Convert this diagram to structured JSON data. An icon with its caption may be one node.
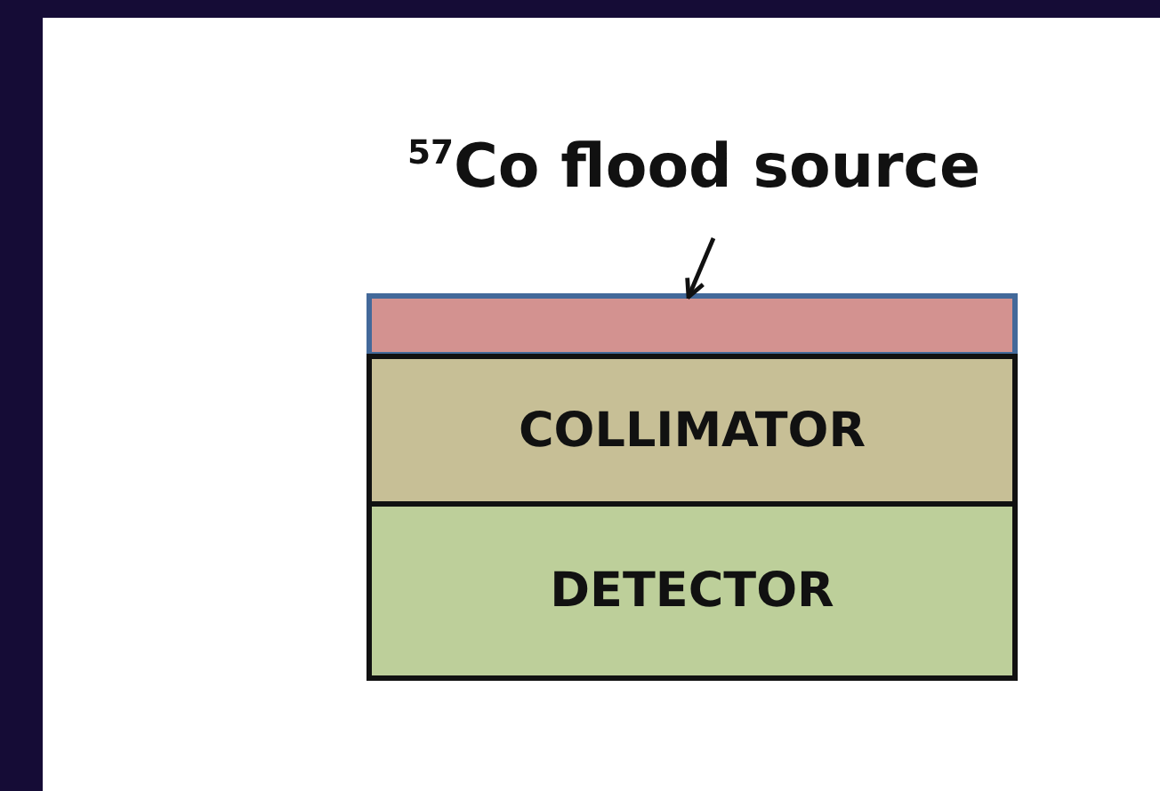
{
  "diagram": {
    "nodes": [
      {
        "text": [
          "$^{57}$Co flood source"
        ]
      },
      {
        "text": [],
        "shape": "bar"
      },
      {
        "text": [
          "COLLIMATOR"
        ]
      },
      {
        "text": [
          "DETECTOR"
        ]
      }
    ],
    "edges": [
      {
        "from": 0,
        "to": 1,
        "arrow": "to"
      }
    ]
  }
}
